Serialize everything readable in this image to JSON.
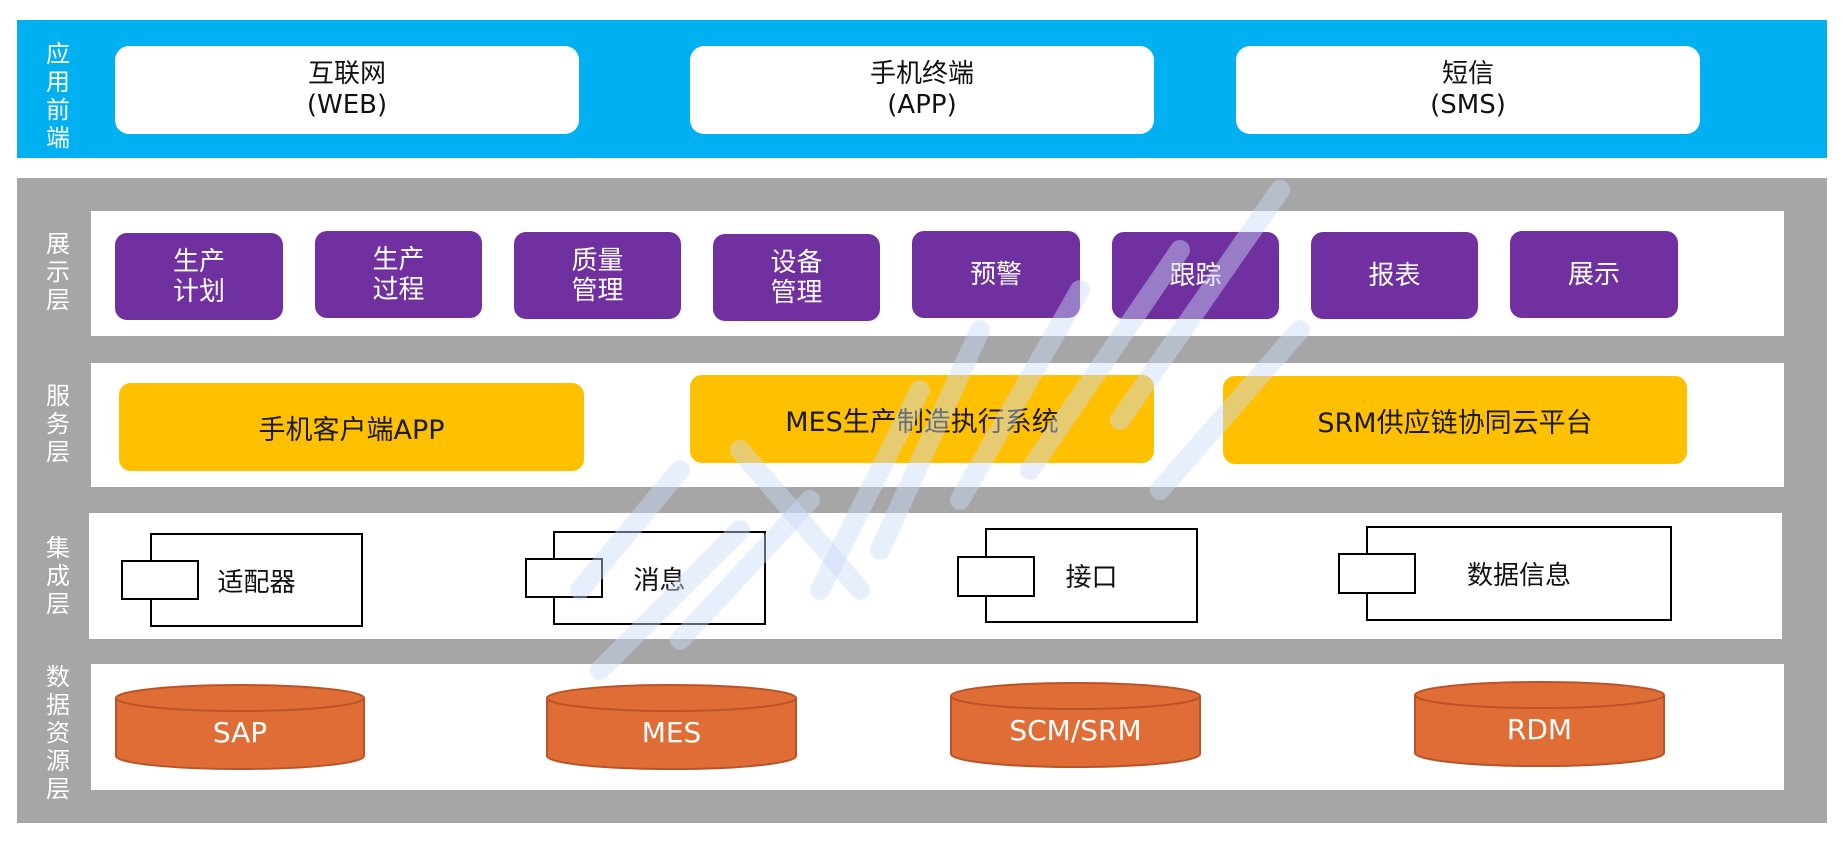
{
  "colors": {
    "frontend_band": "#00b0f0",
    "panel_gray": "#a6a6a6",
    "presentation_tile": "#7030a0",
    "service_tile": "#ffc000",
    "database": "#e06c36",
    "database_stroke": "#b9532a"
  },
  "frontend": {
    "label": "应用前端",
    "cards": [
      {
        "line1": "互联网",
        "line2": "(WEB)"
      },
      {
        "line1": "手机终端",
        "line2": "(APP)"
      },
      {
        "line1": "短信",
        "line2": "(SMS)"
      }
    ]
  },
  "layers": {
    "presentation": {
      "label": "展示层",
      "tiles": [
        {
          "line1": "生产",
          "line2": "计划"
        },
        {
          "line1": "生产",
          "line2": "过程"
        },
        {
          "line1": "质量",
          "line2": "管理"
        },
        {
          "line1": "设备",
          "line2": "管理"
        },
        {
          "line1": "预警",
          "line2": ""
        },
        {
          "line1": "跟踪",
          "line2": ""
        },
        {
          "line1": "报表",
          "line2": ""
        },
        {
          "line1": "展示",
          "line2": ""
        }
      ]
    },
    "service": {
      "label": "服务层",
      "tiles": [
        "手机客户端APP",
        "MES生产制造执行系统",
        "SRM供应链协同云平台"
      ]
    },
    "integration": {
      "label": "集成层",
      "components": [
        "适配器",
        "消息",
        "接口",
        "数据信息"
      ]
    },
    "data": {
      "label": "数据资源层",
      "databases": [
        "SAP",
        "MES",
        "SCM/SRM",
        "RDM"
      ]
    }
  },
  "watermark_icon": "diagonal-watermark-strokes"
}
